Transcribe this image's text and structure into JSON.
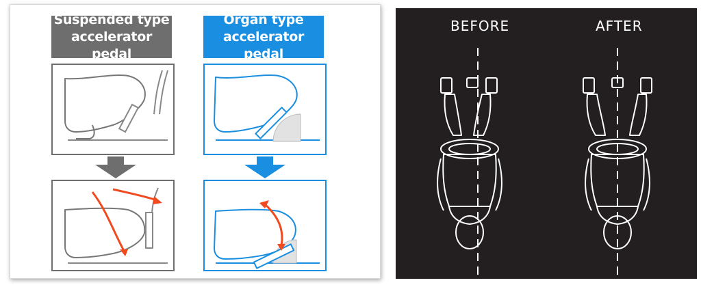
{
  "left": {
    "suspended": {
      "line1": "Suspended type",
      "line2": "accelerator pedal",
      "color": "#6e6e6e"
    },
    "organ": {
      "line1": "Organ type",
      "line2": "accelerator pedal",
      "color": "#1a8ee0"
    },
    "arrow_color": "#f04a1e"
  },
  "right": {
    "before_label": "BEFORE",
    "after_label": "AFTER",
    "background": "#231f20"
  }
}
